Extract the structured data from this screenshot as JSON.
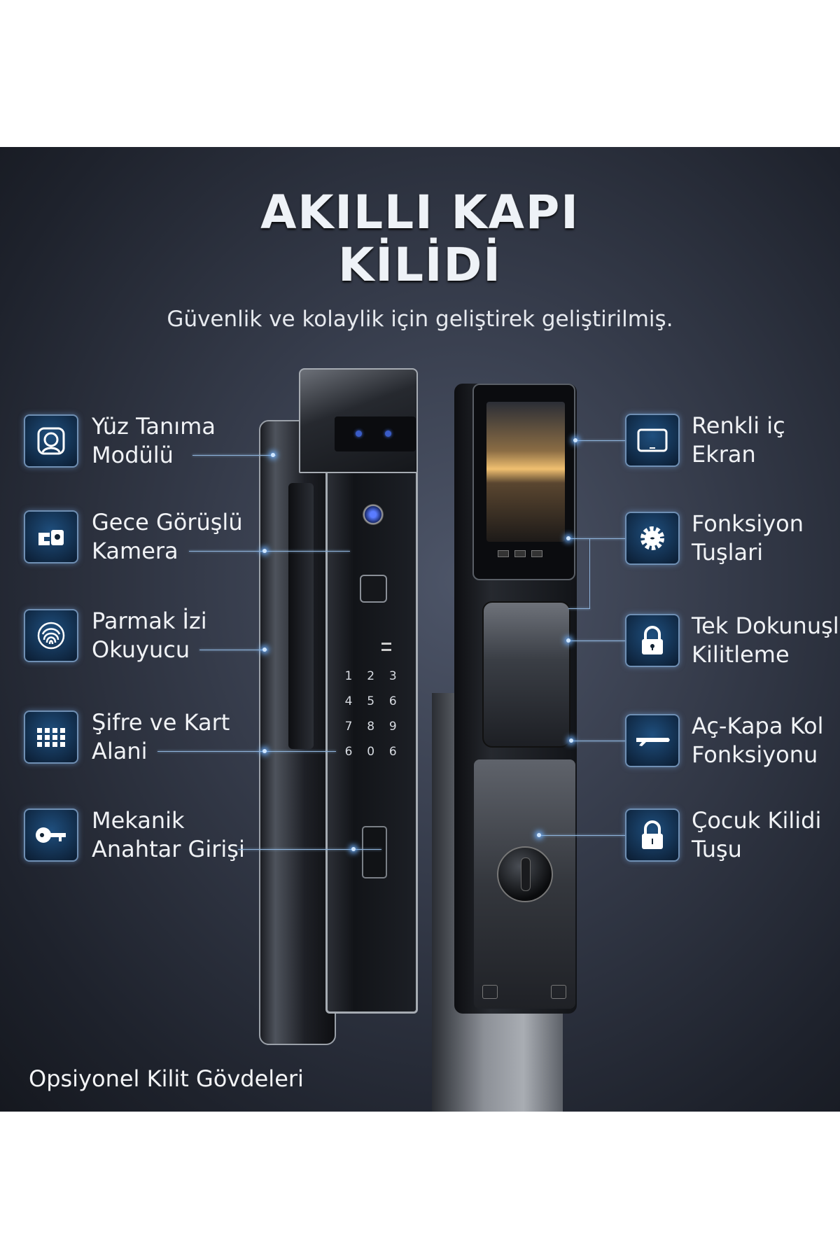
{
  "title_line1": "AKILLI KAPI",
  "title_line2": "KİLİDİ",
  "subtitle": "Güvenlik ve kolaylik için geliştirek geliştirilmiş.",
  "left_features": [
    {
      "icon": "face-recognition-icon",
      "line1": "Yüz Tanıma",
      "line2": "Modülü"
    },
    {
      "icon": "night-camera-icon",
      "line1": "Gece Görüşlü",
      "line2": "Kamera"
    },
    {
      "icon": "fingerprint-icon",
      "line1": "Parmak İzi",
      "line2": "Okuyucu"
    },
    {
      "icon": "keypad-icon",
      "line1": "Şifre ve Kart",
      "line2": "Alani"
    },
    {
      "icon": "key-icon",
      "line1": "Mekanik",
      "line2": "Anahtar Girişi"
    }
  ],
  "right_features": [
    {
      "icon": "screen-icon",
      "line1": "Renkli iç",
      "line2": "Ekran"
    },
    {
      "icon": "gear-icon",
      "line1": "Fonksiyon",
      "line2": "Tuşlari"
    },
    {
      "icon": "lock-icon",
      "line1": "Tek Dokunuşl",
      "line2": "Kilitleme"
    },
    {
      "icon": "handle-icon",
      "line1": "Aç-Kapa Kol",
      "line2": "Fonksiyonu"
    },
    {
      "icon": "child-lock-icon",
      "line1": "Çocuk Kilidi",
      "line2": "Tuşu"
    }
  ],
  "keypad": [
    "1",
    "2",
    "3",
    "4",
    "5",
    "6",
    "7",
    "8",
    "9",
    "6",
    "0",
    "6"
  ],
  "footer": "Opsiyonel Kilit Gövdeleri",
  "colors": {
    "accent": "#6fb1ff",
    "background": "#353b4a"
  }
}
